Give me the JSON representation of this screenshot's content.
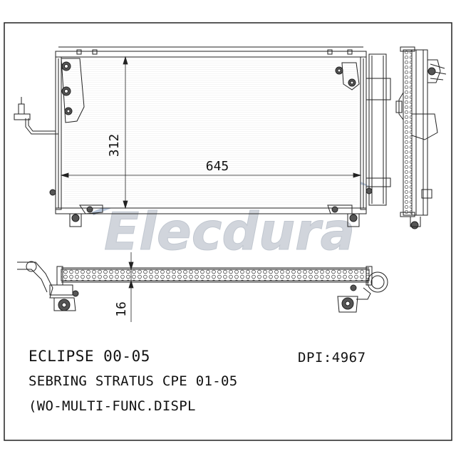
{
  "drawing": {
    "dim_width": "645",
    "dim_height": "312",
    "dim_thickness": "16"
  },
  "watermark": {
    "brand": "Elecdura"
  },
  "labels": {
    "model": "ECLIPSE 00-05",
    "dpi": "DPI:4967",
    "fitment": "SEBRING STRATUS CPE 01-05",
    "note": "(WO-MULTI-FUNC.DISPL"
  },
  "colors": {
    "line": "#222222",
    "watermark_blue": "#9fb3cf",
    "watermark_text": "#c9ced6"
  }
}
